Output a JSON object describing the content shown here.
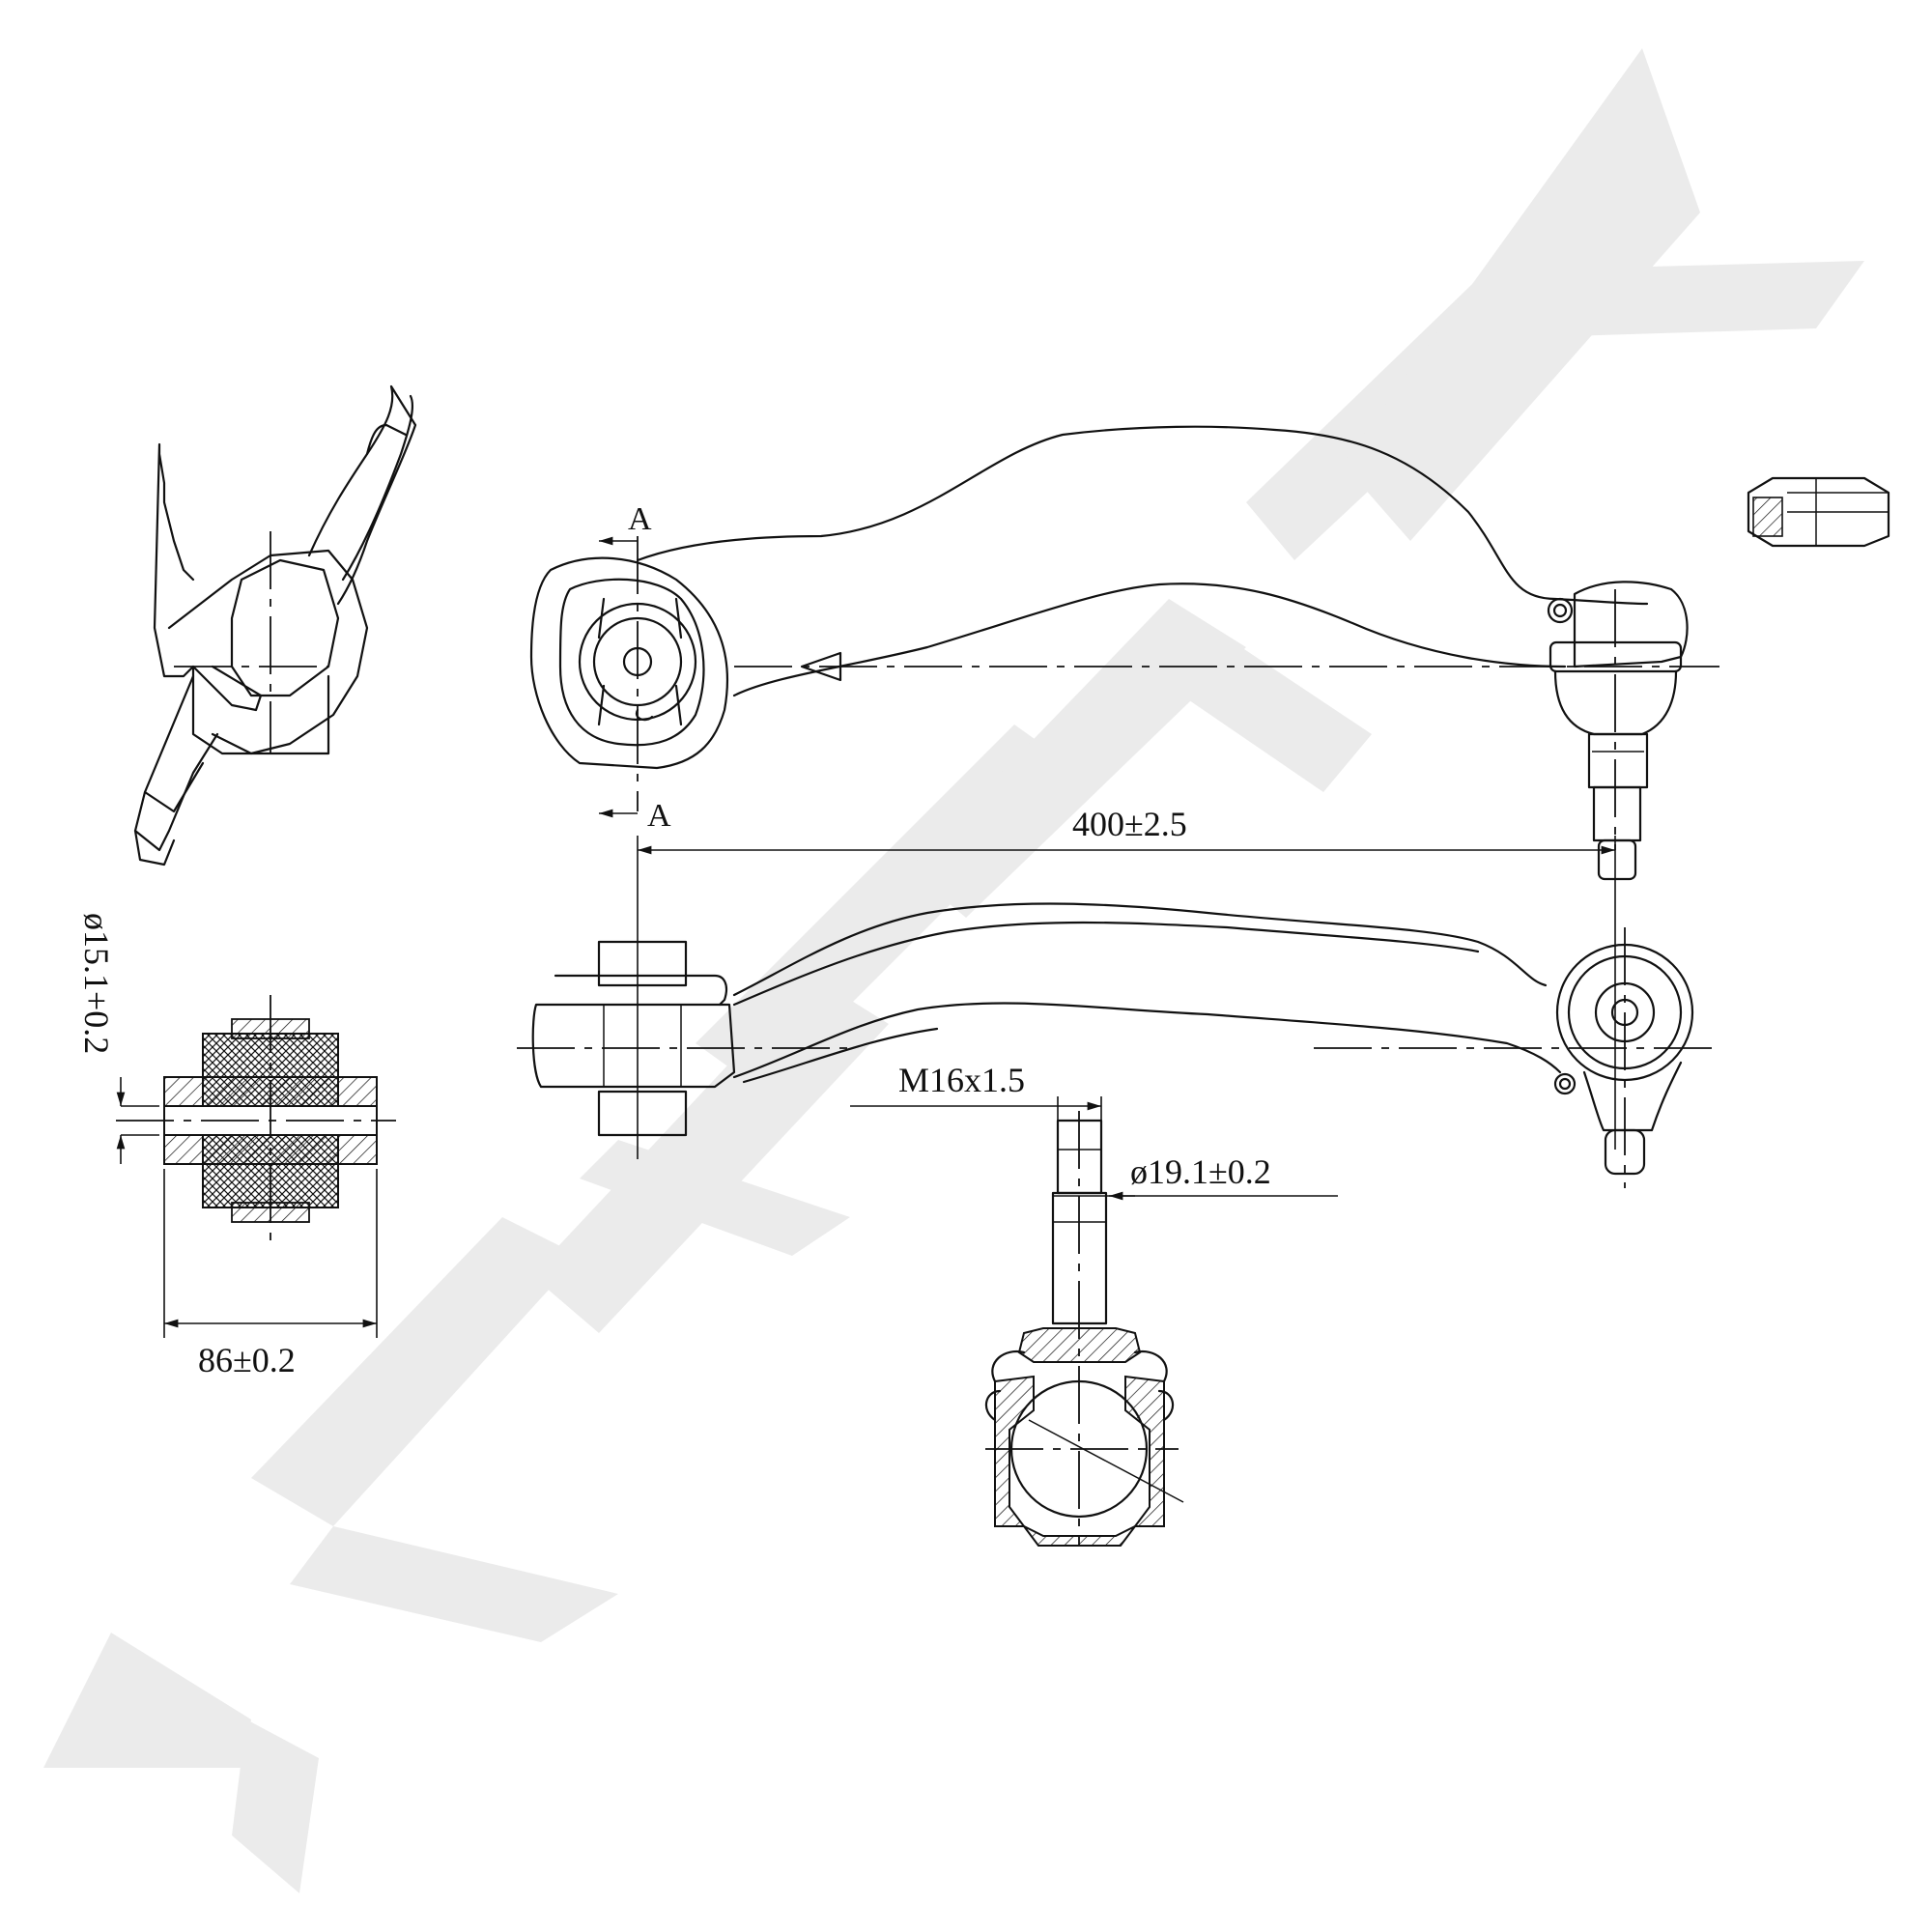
{
  "watermark": {
    "text": "ZENNEK",
    "color": "#ebebeb"
  },
  "section_marks": {
    "top": "A",
    "bottom": "A"
  },
  "dimensions": {
    "length": "400±2.5",
    "thread": "M16x1.5",
    "stud_diameter": "ø19.1±0.2",
    "bushing_bore": "ø15.1+0.2",
    "bushing_width": "86±0.2"
  },
  "colors": {
    "line": "#111111",
    "background": "#ffffff"
  }
}
